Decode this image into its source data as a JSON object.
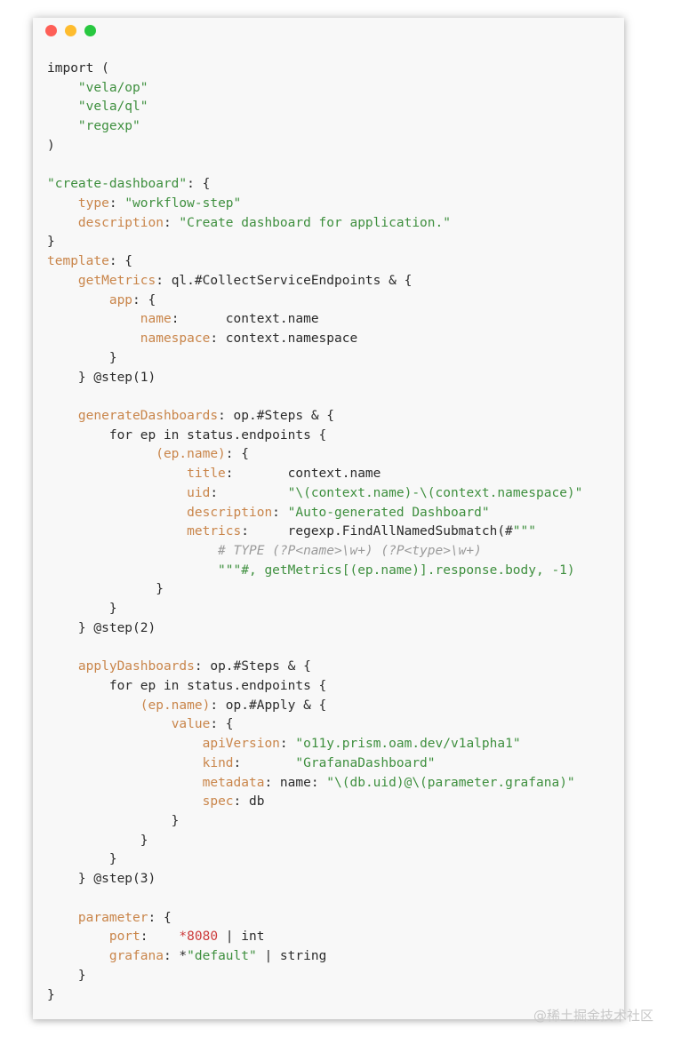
{
  "window": {
    "traffic_lights": {
      "close_color": "#fe5f57",
      "minimize_color": "#febc2e",
      "zoom_color": "#28c840"
    }
  },
  "code": {
    "lines": [
      [
        {
          "t": "t",
          "v": "import ("
        }
      ],
      [
        {
          "t": "s",
          "v": "    \"vela/op\""
        }
      ],
      [
        {
          "t": "s",
          "v": "    \"vela/ql\""
        }
      ],
      [
        {
          "t": "s",
          "v": "    \"regexp\""
        }
      ],
      [
        {
          "t": "t",
          "v": ")"
        }
      ],
      [],
      [
        {
          "t": "s",
          "v": "\"create-dashboard\""
        },
        {
          "t": "t",
          "v": ": {"
        }
      ],
      [
        {
          "t": "t",
          "v": "    "
        },
        {
          "t": "k",
          "v": "type"
        },
        {
          "t": "t",
          "v": ": "
        },
        {
          "t": "s",
          "v": "\"workflow-step\""
        }
      ],
      [
        {
          "t": "t",
          "v": "    "
        },
        {
          "t": "k",
          "v": "description"
        },
        {
          "t": "t",
          "v": ": "
        },
        {
          "t": "s",
          "v": "\"Create dashboard for application.\""
        }
      ],
      [
        {
          "t": "t",
          "v": "}"
        }
      ],
      [
        {
          "t": "k",
          "v": "template"
        },
        {
          "t": "t",
          "v": ": {"
        }
      ],
      [
        {
          "t": "t",
          "v": "    "
        },
        {
          "t": "k",
          "v": "getMetrics"
        },
        {
          "t": "t",
          "v": ": ql.#CollectServiceEndpoints & {"
        }
      ],
      [
        {
          "t": "t",
          "v": "        "
        },
        {
          "t": "k",
          "v": "app"
        },
        {
          "t": "t",
          "v": ": {"
        }
      ],
      [
        {
          "t": "t",
          "v": "            "
        },
        {
          "t": "k",
          "v": "name"
        },
        {
          "t": "t",
          "v": ":      context.name"
        }
      ],
      [
        {
          "t": "t",
          "v": "            "
        },
        {
          "t": "k",
          "v": "namespace"
        },
        {
          "t": "t",
          "v": ": context.namespace"
        }
      ],
      [
        {
          "t": "t",
          "v": "        }"
        }
      ],
      [
        {
          "t": "t",
          "v": "    } @step(1)"
        }
      ],
      [],
      [
        {
          "t": "t",
          "v": "    "
        },
        {
          "t": "k",
          "v": "generateDashboards"
        },
        {
          "t": "t",
          "v": ": op.#Steps & {"
        }
      ],
      [
        {
          "t": "t",
          "v": "        for ep in status.endpoints {"
        }
      ],
      [
        {
          "t": "t",
          "v": "              "
        },
        {
          "t": "k",
          "v": "(ep.name)"
        },
        {
          "t": "t",
          "v": ": {"
        }
      ],
      [
        {
          "t": "t",
          "v": "                  "
        },
        {
          "t": "k",
          "v": "title"
        },
        {
          "t": "t",
          "v": ":       context.name"
        }
      ],
      [
        {
          "t": "t",
          "v": "                  "
        },
        {
          "t": "k",
          "v": "uid"
        },
        {
          "t": "t",
          "v": ":         "
        },
        {
          "t": "s",
          "v": "\"\\(context.name)-\\(context.namespace)\""
        }
      ],
      [
        {
          "t": "t",
          "v": "                  "
        },
        {
          "t": "k",
          "v": "description"
        },
        {
          "t": "t",
          "v": ": "
        },
        {
          "t": "s",
          "v": "\"Auto-generated Dashboard\""
        }
      ],
      [
        {
          "t": "t",
          "v": "                  "
        },
        {
          "t": "k",
          "v": "metrics"
        },
        {
          "t": "t",
          "v": ":     regexp.FindAllNamedSubmatch(#"
        },
        {
          "t": "s",
          "v": "\"\"\""
        }
      ],
      [
        {
          "t": "c",
          "v": "                      # TYPE (?P<name>\\w+) (?P<type>\\w+)"
        }
      ],
      [
        {
          "t": "s",
          "v": "                      \"\"\"#"
        },
        {
          "t": "s",
          "v": ", getMetrics[(ep.name)].response.body, -1)"
        }
      ],
      [
        {
          "t": "t",
          "v": "              }"
        }
      ],
      [
        {
          "t": "t",
          "v": "        }"
        }
      ],
      [
        {
          "t": "t",
          "v": "    } @step(2)"
        }
      ],
      [],
      [
        {
          "t": "t",
          "v": "    "
        },
        {
          "t": "k",
          "v": "applyDashboards"
        },
        {
          "t": "t",
          "v": ": op.#Steps & {"
        }
      ],
      [
        {
          "t": "t",
          "v": "        for ep in status.endpoints {"
        }
      ],
      [
        {
          "t": "t",
          "v": "            "
        },
        {
          "t": "k",
          "v": "(ep.name)"
        },
        {
          "t": "t",
          "v": ": op.#Apply & {"
        }
      ],
      [
        {
          "t": "t",
          "v": "                "
        },
        {
          "t": "k",
          "v": "value"
        },
        {
          "t": "t",
          "v": ": {"
        }
      ],
      [
        {
          "t": "t",
          "v": "                    "
        },
        {
          "t": "k",
          "v": "apiVersion"
        },
        {
          "t": "t",
          "v": ": "
        },
        {
          "t": "s",
          "v": "\"o11y.prism.oam.dev/v1alpha1\""
        }
      ],
      [
        {
          "t": "t",
          "v": "                    "
        },
        {
          "t": "k",
          "v": "kind"
        },
        {
          "t": "t",
          "v": ":       "
        },
        {
          "t": "s",
          "v": "\"GrafanaDashboard\""
        }
      ],
      [
        {
          "t": "t",
          "v": "                    "
        },
        {
          "t": "k",
          "v": "metadata"
        },
        {
          "t": "t",
          "v": ": name: "
        },
        {
          "t": "s",
          "v": "\"\\(db.uid)@\\(parameter.grafana)\""
        }
      ],
      [
        {
          "t": "t",
          "v": "                    "
        },
        {
          "t": "k",
          "v": "spec"
        },
        {
          "t": "t",
          "v": ": db"
        }
      ],
      [
        {
          "t": "t",
          "v": "                }"
        }
      ],
      [
        {
          "t": "t",
          "v": "            }"
        }
      ],
      [
        {
          "t": "t",
          "v": "        }"
        }
      ],
      [
        {
          "t": "t",
          "v": "    } @step(3)"
        }
      ],
      [],
      [
        {
          "t": "t",
          "v": "    "
        },
        {
          "t": "k",
          "v": "parameter"
        },
        {
          "t": "t",
          "v": ": {"
        }
      ],
      [
        {
          "t": "t",
          "v": "        "
        },
        {
          "t": "k",
          "v": "port"
        },
        {
          "t": "t",
          "v": ":    "
        },
        {
          "t": "r",
          "v": "*8080"
        },
        {
          "t": "t",
          "v": " | int"
        }
      ],
      [
        {
          "t": "t",
          "v": "        "
        },
        {
          "t": "k",
          "v": "grafana"
        },
        {
          "t": "t",
          "v": ": *"
        },
        {
          "t": "s",
          "v": "\"default\""
        },
        {
          "t": "t",
          "v": " | string"
        }
      ],
      [
        {
          "t": "t",
          "v": "    }"
        }
      ],
      [
        {
          "t": "t",
          "v": "}"
        }
      ]
    ]
  },
  "watermark": "@稀土掘金技术社区"
}
